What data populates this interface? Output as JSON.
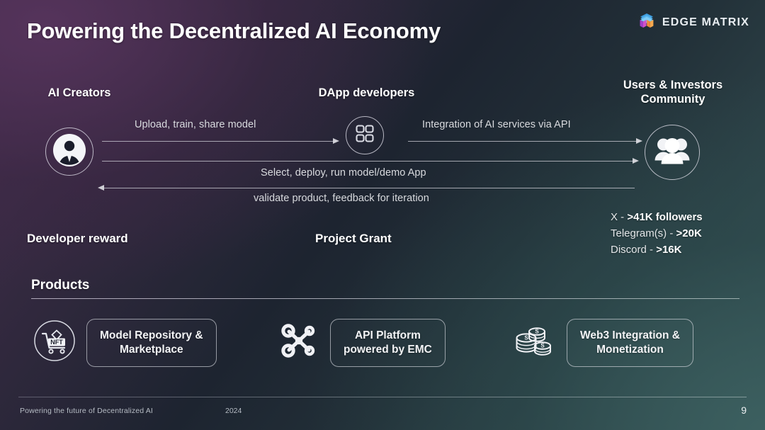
{
  "header": {
    "title": "Powering the Decentralized AI Economy",
    "logo_text": "EDGE MATRIX",
    "logo_icon": "edge-matrix-logo-icon",
    "logo_colors": {
      "top": "#4aa8e8",
      "left": "#b04bd6",
      "right": "#ee8a3c"
    }
  },
  "flow": {
    "nodes": [
      {
        "id": "ai-creators",
        "label": "AI Creators",
        "icon": "person-avatar-icon"
      },
      {
        "id": "dapp-developers",
        "label": "DApp developers",
        "icon": "grid-squares-icon"
      },
      {
        "id": "users-investors",
        "label": "Users & Investors\nCommunity",
        "label_line1": "Users & Investors",
        "label_line2": "Community",
        "icon": "people-group-icon"
      }
    ],
    "connections": [
      {
        "id": "upload-train-share",
        "text": "Upload, train, share model",
        "direction": "right"
      },
      {
        "id": "integration-api",
        "text": "Integration of AI services via API",
        "direction": "right"
      },
      {
        "id": "select-deploy-run",
        "text": "Select, deploy, run model/demo App",
        "direction": "right"
      },
      {
        "id": "validate-feedback",
        "text": "validate product, feedback for iteration",
        "direction": "left"
      }
    ]
  },
  "stats": [
    {
      "label": "X - ",
      "value": ">41K followers"
    },
    {
      "label": "Telegram(s) - ",
      "value": ">20K"
    },
    {
      "label": "Discord - ",
      "value": ">16K"
    }
  ],
  "mid_labels": [
    {
      "id": "developer-reward",
      "text": "Developer reward"
    },
    {
      "id": "project-grant",
      "text": "Project Grant"
    }
  ],
  "products": {
    "title": "Products",
    "items": [
      {
        "id": "model-repository",
        "icon": "nft-cart-icon",
        "icon_text": "NFT",
        "label": "Model Repository &\nMarketplace"
      },
      {
        "id": "api-platform",
        "icon": "network-nodes-icon",
        "label": "API Platform\npowered by EMC"
      },
      {
        "id": "web3-integration",
        "icon": "coin-stacks-icon",
        "label": "Web3 Integration &\nMonetization"
      }
    ]
  },
  "footer": {
    "tagline": "Powering the future of Decentralized AI",
    "year": "2024",
    "page_number": "9"
  }
}
